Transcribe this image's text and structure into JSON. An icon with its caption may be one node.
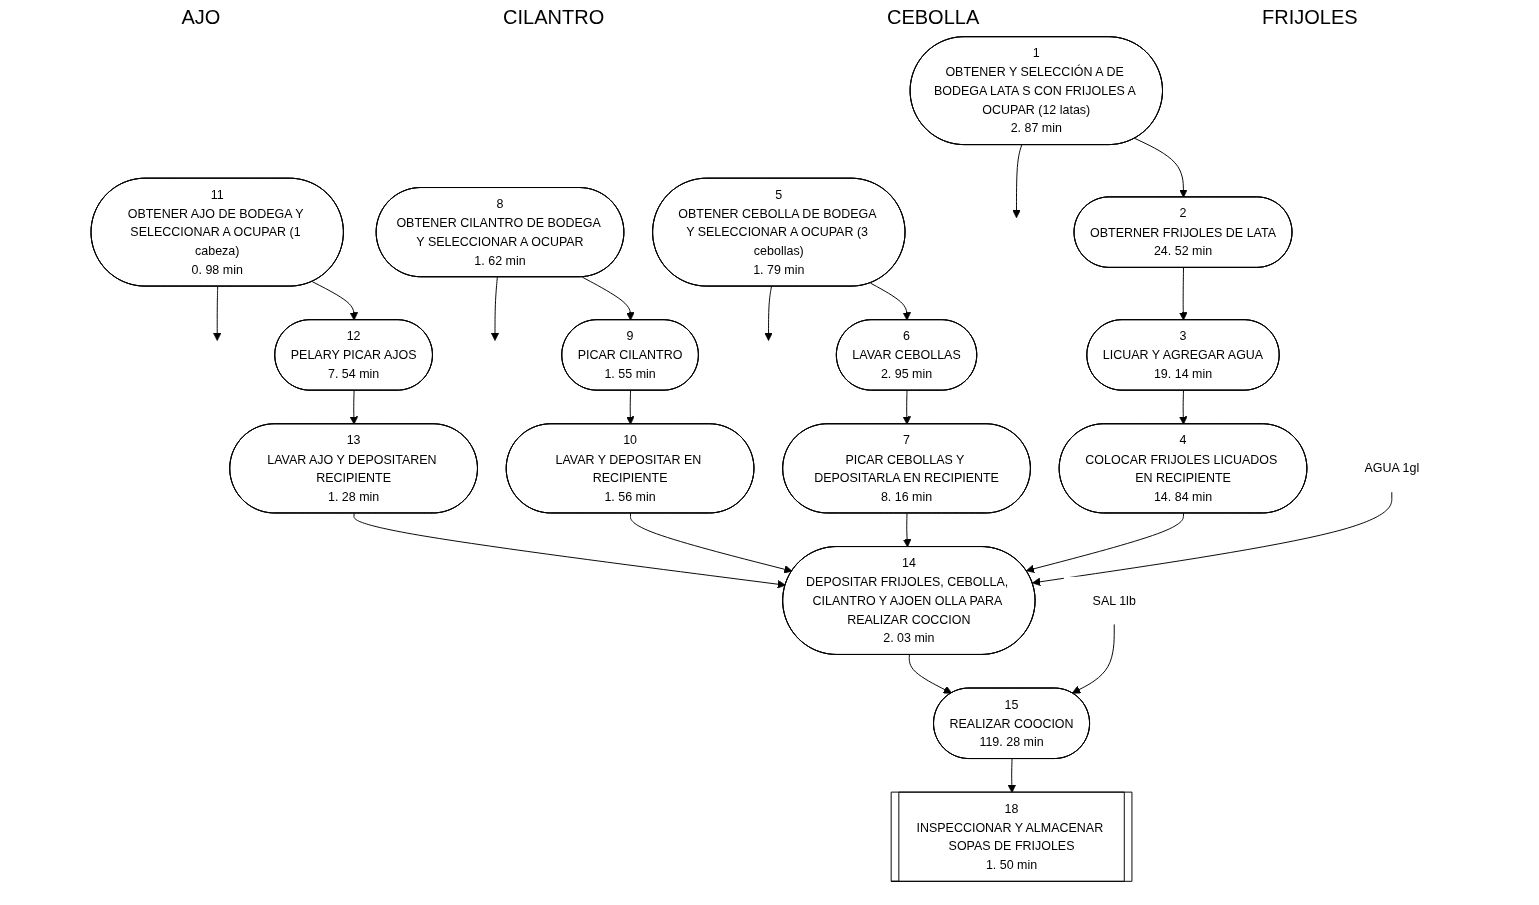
{
  "diagram": {
    "nodes": [
      {
        "text": [
          "11",
          "OBTENER AJO DE BODEGA Y SELECCIONAR A OCUPAR (1 cabeza)",
          "0. 98 min"
        ]
      },
      {
        "text": [
          "12",
          "PELARY PICAR AJOS",
          "7. 54 min"
        ]
      },
      {
        "text": [
          "13",
          "LAVAR AJO Y DEPOSITAREN RECIPIENTE",
          "1. 28 min"
        ]
      },
      {
        "text": [
          "8",
          "OBTENER CILANTRO DE BODEGA Y SELECCIONAR A OCUPAR",
          "1. 62 min"
        ]
      },
      {
        "text": [
          "9",
          "PICAR CILANTRO",
          "1. 55 min"
        ]
      },
      {
        "text": [
          "10",
          "LAVAR Y DEPOSITAR EN RECIPIENTE",
          "1. 56 min"
        ]
      },
      {
        "text": [
          "5",
          "OBTENER CEBOLLA DE BODEGA Y SELECCIONAR A OCUPAR (3 cebollas)",
          "1. 79 min"
        ]
      },
      {
        "text": [
          "6",
          "LAVAR CEBOLLAS",
          "2. 95 min"
        ]
      },
      {
        "text": [
          "7",
          "PICAR CEBOLLAS Y DEPOSITARLA EN RECIPIENTE",
          "8. 16 min"
        ]
      },
      {
        "text": [
          "1",
          "OBTENER Y SELECCIÓN A DE BODEGA LATA S CON FRIJOLES A OCUPAR (12 latas)",
          "2. 87 min"
        ]
      },
      {
        "text": [
          "2",
          "OBTERNER FRIJOLES DE LATA",
          "24. 52 min"
        ]
      },
      {
        "text": [
          "3",
          "LICUAR Y AGREGAR AGUA",
          "19. 14 min"
        ]
      },
      {
        "text": [
          "4",
          "COLOCAR FRIJOLES LICUADOS EN RECIPIENTE",
          "14. 84 min"
        ]
      },
      {
        "text": [
          "AGUA 1gl"
        ]
      },
      {
        "text": [
          "14",
          "DEPOSITAR FRIJOLES, CEBOLLA, CILANTRO Y AJOEN OLLA PARA REALIZAR COCCION",
          "2. 03 min"
        ]
      },
      {
        "text": [
          "SAL 1lb"
        ]
      },
      {
        "text": [
          "15",
          "REALIZAR COOCION",
          "119. 28 min"
        ]
      },
      {
        "text": [
          "18",
          "INSPECCIONAR Y ALMACENAR SOPAS DE FRIJOLES",
          "1. 50 min"
        ]
      }
    ],
    "edges": [
      {
        "from": 0,
        "to": null,
        "arrow": "to"
      },
      {
        "from": 0,
        "to": 1,
        "arrow": "to"
      },
      {
        "from": 1,
        "to": 2,
        "arrow": "to"
      },
      {
        "from": 3,
        "to": null,
        "arrow": "to"
      },
      {
        "from": 3,
        "to": 4,
        "arrow": "to"
      },
      {
        "from": 4,
        "to": 5,
        "arrow": "to"
      },
      {
        "from": 6,
        "to": null,
        "arrow": "to"
      },
      {
        "from": 6,
        "to": 7,
        "arrow": "to"
      },
      {
        "from": 7,
        "to": 8,
        "arrow": "to"
      },
      {
        "from": 9,
        "to": null,
        "arrow": "to"
      },
      {
        "from": 9,
        "to": 10,
        "arrow": "to"
      },
      {
        "from": 10,
        "to": 11,
        "arrow": "to"
      },
      {
        "from": 11,
        "to": 12,
        "arrow": "to"
      },
      {
        "from": 12,
        "to": 14,
        "arrow": "to"
      },
      {
        "from": 8,
        "to": 14,
        "arrow": "to"
      },
      {
        "from": 5,
        "to": 14,
        "arrow": "to"
      },
      {
        "from": 2,
        "to": 14,
        "arrow": "to"
      },
      {
        "from": 13,
        "to": 14,
        "arrow": "to"
      },
      {
        "from": 14,
        "to": 16,
        "arrow": "to"
      },
      {
        "from": 15,
        "to": 16,
        "arrow": "to"
      },
      {
        "from": 16,
        "to": 17,
        "arrow": "to"
      }
    ],
    "labels": [
      "AJO",
      "CILANTRO",
      "CEBOLLA",
      "FRIJOLES"
    ]
  }
}
